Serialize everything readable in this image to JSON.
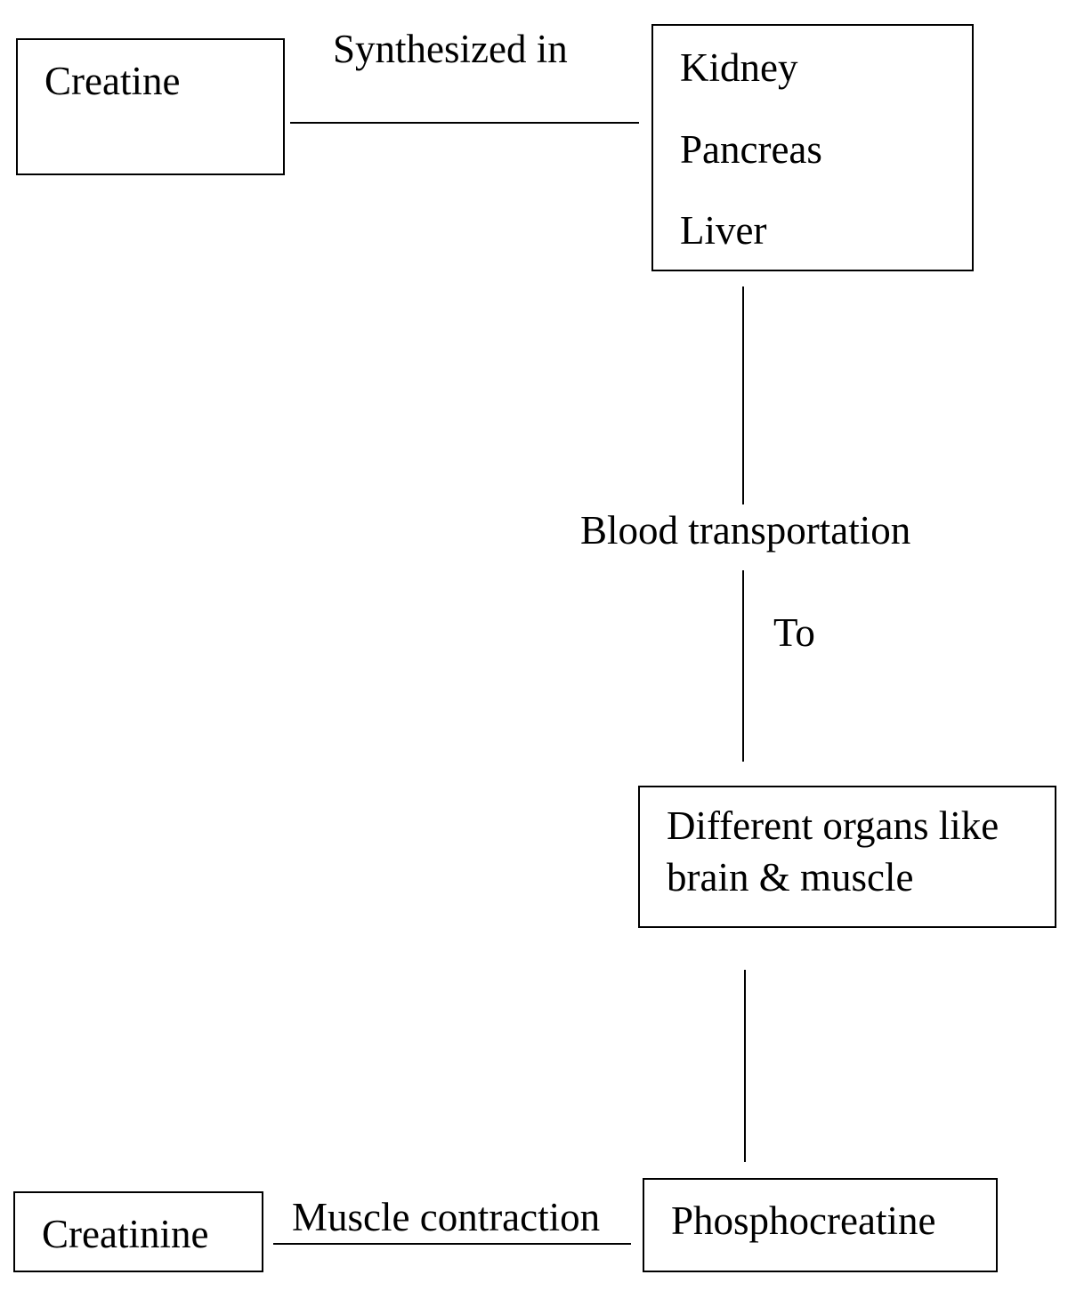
{
  "nodes": {
    "creatine": "Creatine",
    "organs": [
      "Kidney",
      "Pancreas",
      "Liver"
    ],
    "different_organs": [
      "Different organs like",
      "brain & muscle"
    ],
    "phosphocreatine": "Phosphocreatine",
    "creatinine": "Creatinine"
  },
  "edges": {
    "synthesized_in": "Synthesized in",
    "blood_transportation": "Blood transportation",
    "to": "To",
    "muscle_contraction": "Muscle contraction"
  }
}
